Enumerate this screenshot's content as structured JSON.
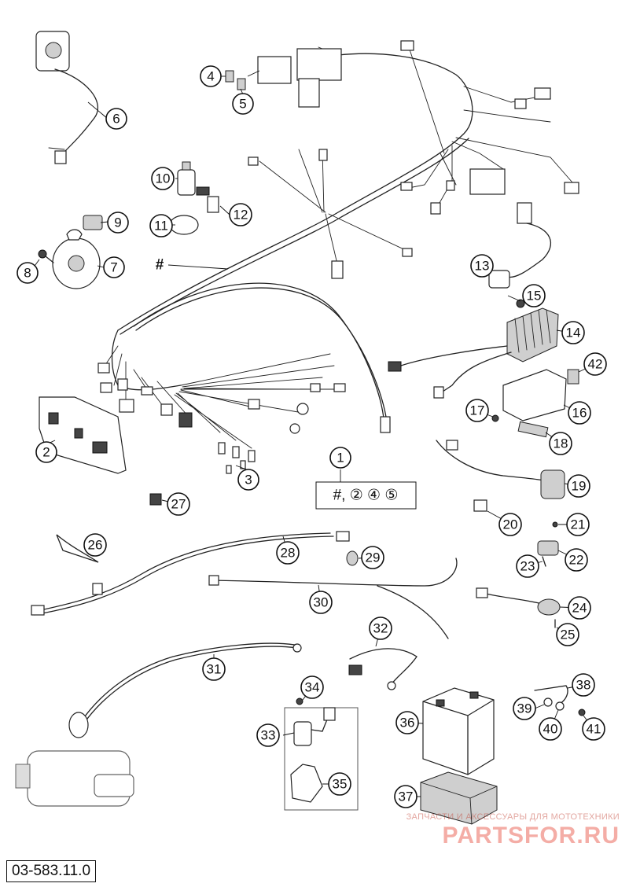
{
  "diagram": {
    "code": "03-583.11.0",
    "kit_marker": "#",
    "kit_contents": "#, ② ④ ⑤",
    "callouts": [
      "1",
      "2",
      "3",
      "4",
      "5",
      "6",
      "7",
      "8",
      "9",
      "10",
      "11",
      "12",
      "13",
      "14",
      "15",
      "16",
      "17",
      "18",
      "19",
      "20",
      "21",
      "22",
      "23",
      "24",
      "25",
      "26",
      "27",
      "28",
      "29",
      "30",
      "31",
      "32",
      "33",
      "34",
      "35",
      "36",
      "37",
      "38",
      "39",
      "40",
      "41",
      "42"
    ]
  },
  "watermark": {
    "tagline": "ЗАПЧАСТИ И АКСЕССУАРЫ ДЛЯ МОТОТЕХНИКИ",
    "logo": "PARTSFOR.RU"
  }
}
